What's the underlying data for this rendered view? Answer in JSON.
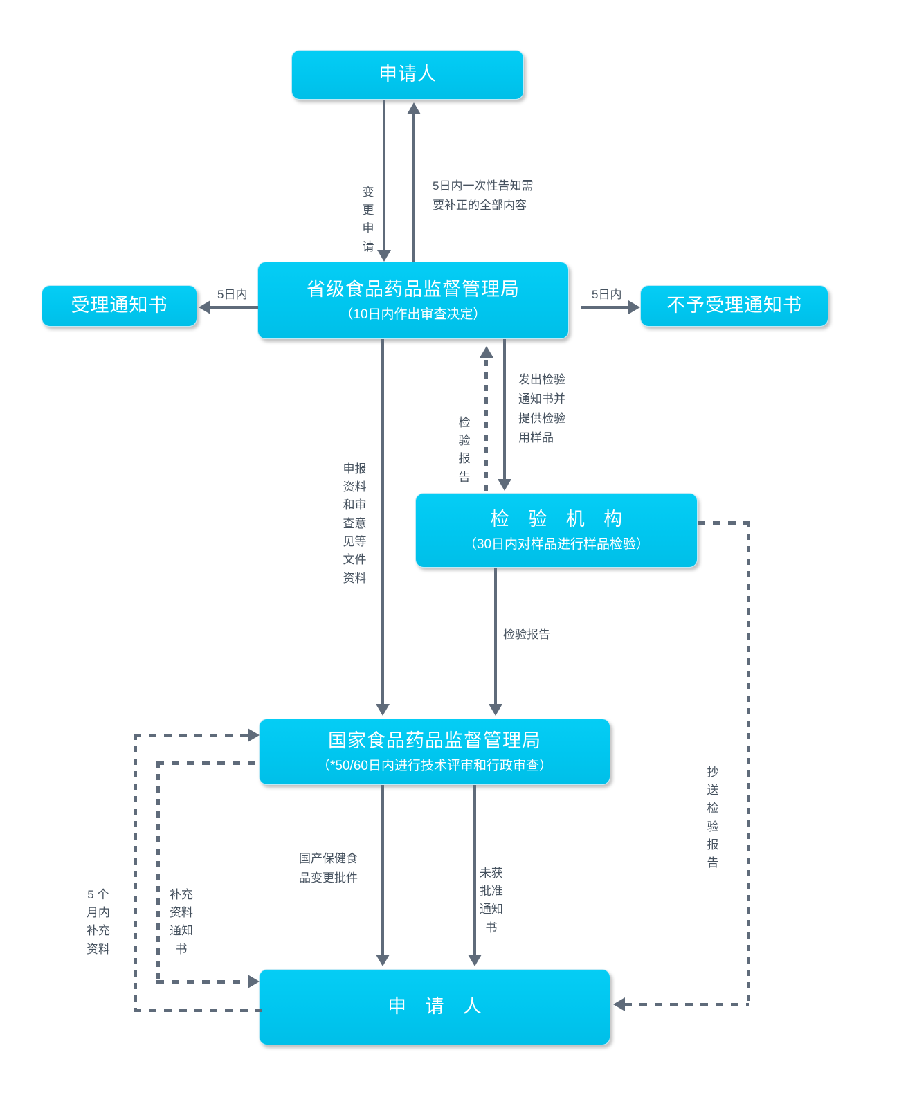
{
  "diagram": {
    "title_text_nodes": {
      "applicant_top": {
        "main": "申请人"
      },
      "provincial_bureau": {
        "main": "省级食品药品监督管理局",
        "sub": "（10日内作出审查决定）"
      },
      "acceptance_notice": {
        "main": "受理通知书"
      },
      "rejection_notice": {
        "main": "不予受理通知书"
      },
      "inspection_agency": {
        "main": "检 验 机 构",
        "sub": "（30日内对样品进行样品检验）"
      },
      "national_bureau": {
        "main": "国家食品药品监督管理局",
        "sub": "（*50/60日内进行技术评审和行政审查）"
      },
      "applicant_bottom": {
        "main": "申 请 人"
      }
    },
    "edge_labels": {
      "change_application": "变更申请",
      "notify_corrections": "5日内一次性告知需\n要补正的全部内容",
      "five_days_left": "5日内",
      "five_days_right": "5日内",
      "declaration_materials": "申报资料和审查意见等文件资料",
      "inspection_report_up": "检验报告",
      "issue_inspection_notice": "发出检验\n通知书并\n提供检验\n用样品",
      "inspection_report_down": "检验报告",
      "five_months_supplement": "5个月内补充资料",
      "supplement_notice": "补充资料通知书",
      "domestic_health_food_change_approval": "国产保健食\n品变更批件",
      "not_approved_notice": "未获批准通知书",
      "cc_inspection_report": "抄送检验报告"
    },
    "colors": {
      "node_fill": "#00c8f0",
      "node_text": "#ffffff",
      "connector": "#5f6b7a",
      "label_text": "#46525f",
      "background": "#ffffff"
    }
  }
}
